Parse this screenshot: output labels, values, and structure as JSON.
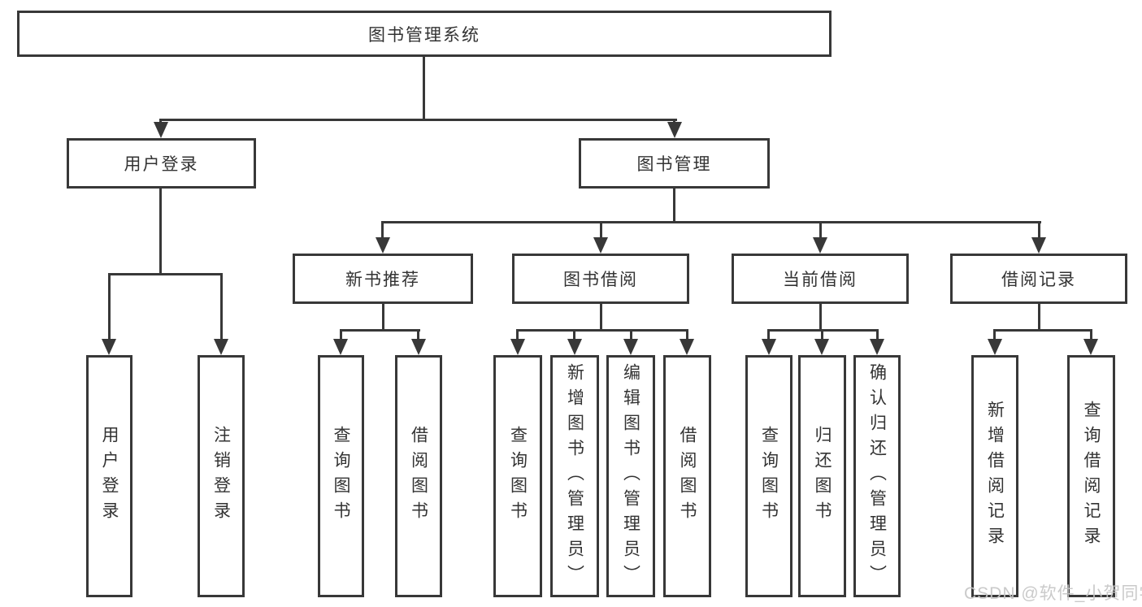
{
  "colors": {
    "line": "#383838",
    "text": "#333333",
    "box_background": "#ffffff",
    "page_background": "#ffffff",
    "watermark": "#c5c5c5"
  },
  "watermark": "CSDN @软件_小贺同学",
  "tree": {
    "root": "图书管理系统",
    "branches": [
      {
        "label": "用户登录",
        "children": [
          "用户登录",
          "注销登录"
        ]
      },
      {
        "label": "图书管理",
        "groups": [
          {
            "label": "新书推荐",
            "children": [
              "查询图书",
              "借阅图书"
            ]
          },
          {
            "label": "图书借阅",
            "children": [
              "查询图书",
              "新增图书（管理员）",
              "编辑图书（管理员）",
              "借阅图书"
            ]
          },
          {
            "label": "当前借阅",
            "children": [
              "查询图书",
              "归还图书",
              "确认归还（管理员）"
            ]
          },
          {
            "label": "借阅记录",
            "children": [
              "新增借阅记录",
              "查询借阅记录"
            ]
          }
        ]
      }
    ]
  }
}
